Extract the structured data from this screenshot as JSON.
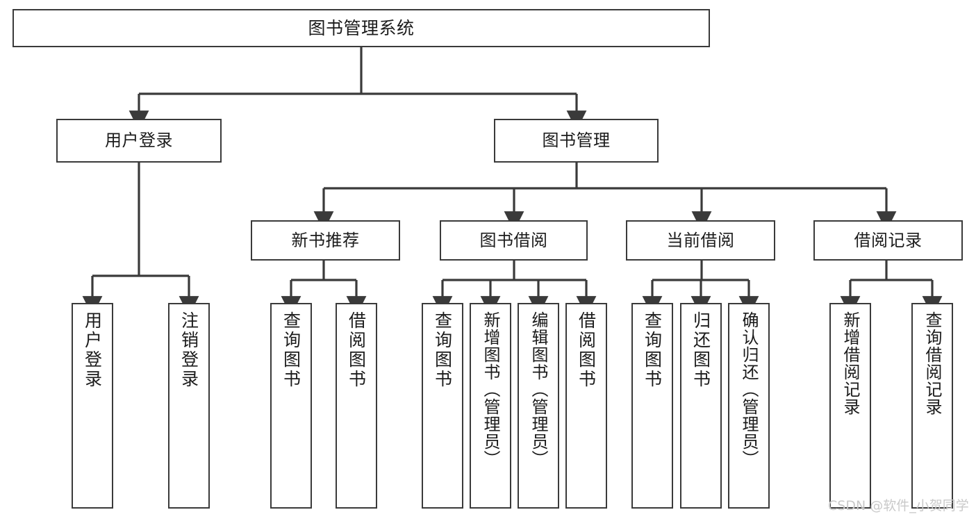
{
  "diagram": {
    "title": "图书管理系统",
    "type": "tree-hierarchy-functional-structure",
    "watermark": "CSDN @软件_小贺同学",
    "colors": {
      "node_border": "#3a3a3a",
      "node_fill": "#ffffff",
      "edge": "#3a3a3a",
      "text": "#1b1b1b",
      "watermark": "#c9c9c9",
      "background": "#ffffff"
    },
    "nodes": {
      "root": {
        "label": "图书管理系统"
      },
      "level2": [
        {
          "id": "user-login",
          "label": "用户登录"
        },
        {
          "id": "book-manage",
          "label": "图书管理"
        }
      ],
      "level3": [
        {
          "id": "new-book-recommend",
          "label": "新书推荐"
        },
        {
          "id": "book-borrow",
          "label": "图书借阅"
        },
        {
          "id": "current-borrow",
          "label": "当前借阅"
        },
        {
          "id": "borrow-record",
          "label": "借阅记录"
        }
      ],
      "leaves": {
        "user-login": [
          {
            "id": "leaf-user-login",
            "label": "用户登录"
          },
          {
            "id": "leaf-logout",
            "label": "注销登录"
          }
        ],
        "new-book-recommend": [
          {
            "id": "leaf-query-book-1",
            "label": "查询图书"
          },
          {
            "id": "leaf-borrow-book-1",
            "label": "借阅图书"
          }
        ],
        "book-borrow": [
          {
            "id": "leaf-query-book-2",
            "label": "查询图书"
          },
          {
            "id": "leaf-add-book",
            "label": "新增图书（管理员）"
          },
          {
            "id": "leaf-edit-book",
            "label": "编辑图书（管理员）"
          },
          {
            "id": "leaf-borrow-book-2",
            "label": "借阅图书"
          }
        ],
        "current-borrow": [
          {
            "id": "leaf-query-book-3",
            "label": "查询图书"
          },
          {
            "id": "leaf-return-book",
            "label": "归还图书"
          },
          {
            "id": "leaf-confirm-return",
            "label": "确认归还（管理员）"
          }
        ],
        "borrow-record": [
          {
            "id": "leaf-add-record",
            "label": "新增借阅记录"
          },
          {
            "id": "leaf-query-record",
            "label": "查询借阅记录"
          }
        ]
      }
    }
  }
}
